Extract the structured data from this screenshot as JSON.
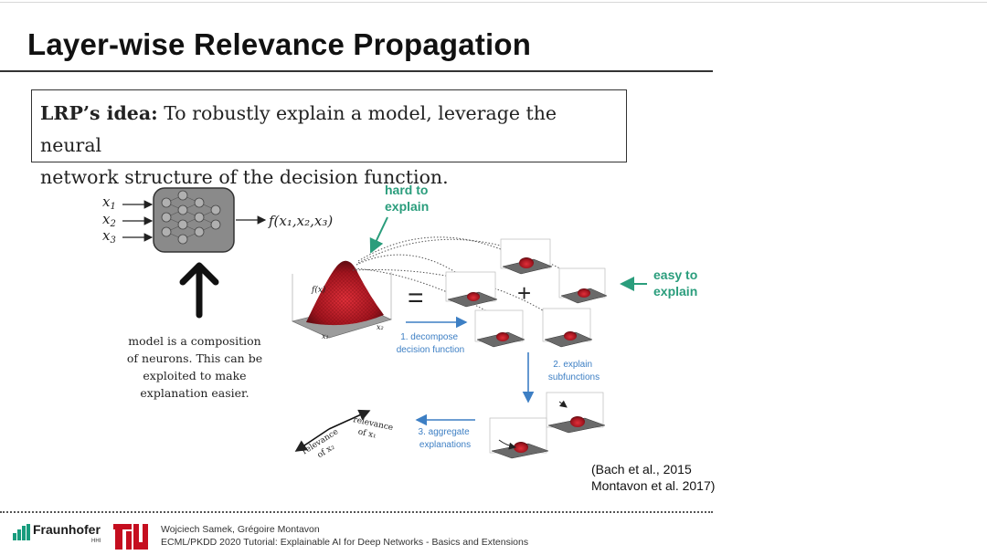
{
  "slide": {
    "title": "Layer-wise Relevance Propagation",
    "idea_label": "LRP’s idea:",
    "idea_line1": " To robustly explain a model, leverage the neural",
    "idea_line2": "network structure of the decision function."
  },
  "network": {
    "input1": "x",
    "input1_sub": "1",
    "input2": "x",
    "input2_sub": "2",
    "input3": "x",
    "input3_sub": "3",
    "output": "f(x₁,x₂,x₃)"
  },
  "caption": {
    "line1": "model is a composition",
    "line2": "of neurons. This can be",
    "line3": "exploited to make",
    "line4": "explanation easier."
  },
  "diagram": {
    "hard_line1": "hard to",
    "hard_line2": "explain",
    "easy_line1": "easy to",
    "easy_line2": "explain",
    "fx_label": "f(x)",
    "axis_x1": "x₁",
    "axis_x2": "x₂",
    "equals": "=",
    "plus": "+",
    "step1_line1": "1. decompose",
    "step1_line2": "decision function",
    "step2_line1": "2. explain",
    "step2_line2": "subfunctions",
    "step3_line1": "3. aggregate",
    "step3_line2": "explanations",
    "rel_x1_line1": "relevance",
    "rel_x1_line2": "of x₁",
    "rel_x2_line1": "relevance",
    "rel_x2_line2": "of x₂"
  },
  "citation": {
    "line1": "(Bach et al., 2015",
    "line2": "Montavon et al. 2017)"
  },
  "footer": {
    "org": "Fraunhofer",
    "org_sub": "HHI",
    "authors": "Wojciech Samek, Grégoire Montavon",
    "event": "ECML/PKDD 2020 Tutorial: Explainable AI for Deep Networks - Basics and Extensions"
  },
  "colors": {
    "green": "#2a9d7c",
    "blue": "#3d7fc4",
    "surface": "#b8202a"
  }
}
